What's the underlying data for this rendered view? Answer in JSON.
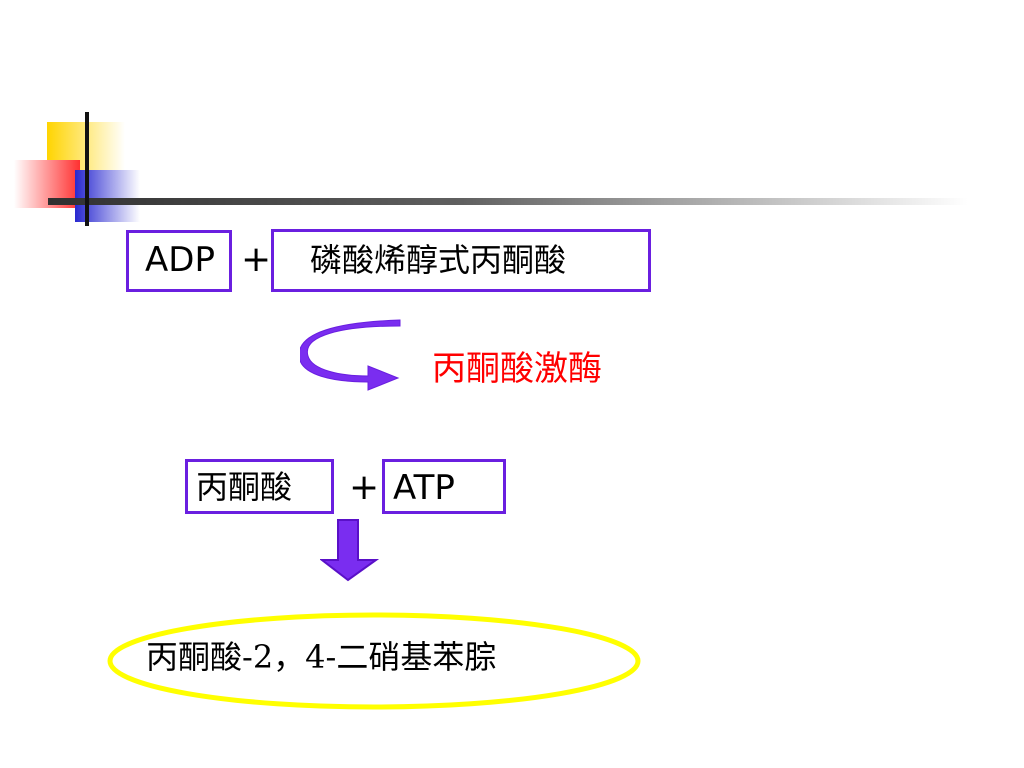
{
  "reaction": {
    "substrate_1": "ADP",
    "plus_1": "+",
    "substrate_2": "磷酸烯醇式丙酮酸",
    "enzyme": "丙酮酸激酶",
    "product_1": "丙酮酸",
    "plus_2": "+",
    "product_2": "ATP",
    "final_product": "丙酮酸-2，4-二硝基苯腙"
  },
  "colors": {
    "box_border": "#6a1fe0",
    "enzyme_text": "#ff0000",
    "ellipse": "#ffff00",
    "arrow_fill": "#7a2df0",
    "deco_yellow": "#ffd400",
    "deco_red": "#ff4040",
    "deco_blue": "#3030d0"
  },
  "icons": {
    "curved_arrow": "curved-arrow-icon",
    "down_arrow": "down-arrow-icon"
  }
}
